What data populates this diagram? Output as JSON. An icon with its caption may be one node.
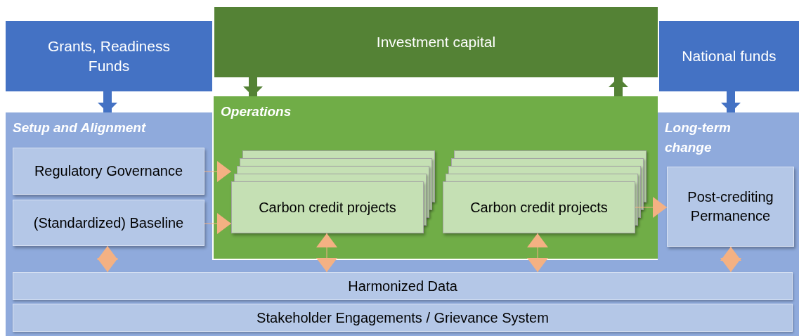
{
  "diagram": {
    "nodes": [
      {
        "text": [
          "Grants, Readiness Funds"
        ]
      },
      {
        "text": [
          "Investment capital"
        ]
      },
      {
        "text": [
          "National funds"
        ]
      },
      {
        "text": [
          "Setup and Alignment"
        ]
      },
      {
        "text": [
          "Regulatory Governance"
        ],
        "in": 3
      },
      {
        "text": [
          "(Standardized) Baseline"
        ],
        "in": 3
      },
      {
        "text": [
          "Operations"
        ]
      },
      {
        "text": [
          "Carbon credit projects"
        ],
        "in": 6
      },
      {
        "text": [
          "Carbon credit projects"
        ],
        "in": 6
      },
      {
        "text": [
          "Long-term change"
        ]
      },
      {
        "text": [
          "Post-crediting Permanence"
        ],
        "in": 9
      },
      {
        "text": [
          "Harmonized Data"
        ]
      },
      {
        "text": [
          "Stakeholder Engagements / Grievance System"
        ]
      }
    ],
    "edges": [
      {
        "from": 0,
        "to": 3,
        "arrow": "to",
        "style": "thick",
        "color": "#4472c4"
      },
      {
        "from": 1,
        "to": 6,
        "arrow": "to",
        "style": "thick",
        "color": "#548235"
      },
      {
        "from": 6,
        "to": 1,
        "arrow": "to",
        "style": "thick",
        "color": "#548235"
      },
      {
        "from": 2,
        "to": 9,
        "arrow": "to",
        "style": "thick",
        "color": "#4472c4"
      },
      {
        "from": 4,
        "to": 7,
        "arrow": "to"
      },
      {
        "from": 5,
        "to": 7,
        "arrow": "to"
      },
      {
        "from": 8,
        "to": 10,
        "arrow": "to"
      },
      {
        "from": 5,
        "to": 11,
        "arrow": "both"
      },
      {
        "from": 7,
        "to": 11,
        "arrow": "both"
      },
      {
        "from": 8,
        "to": 11,
        "arrow": "both"
      },
      {
        "from": 10,
        "to": 11,
        "arrow": "both"
      }
    ]
  }
}
